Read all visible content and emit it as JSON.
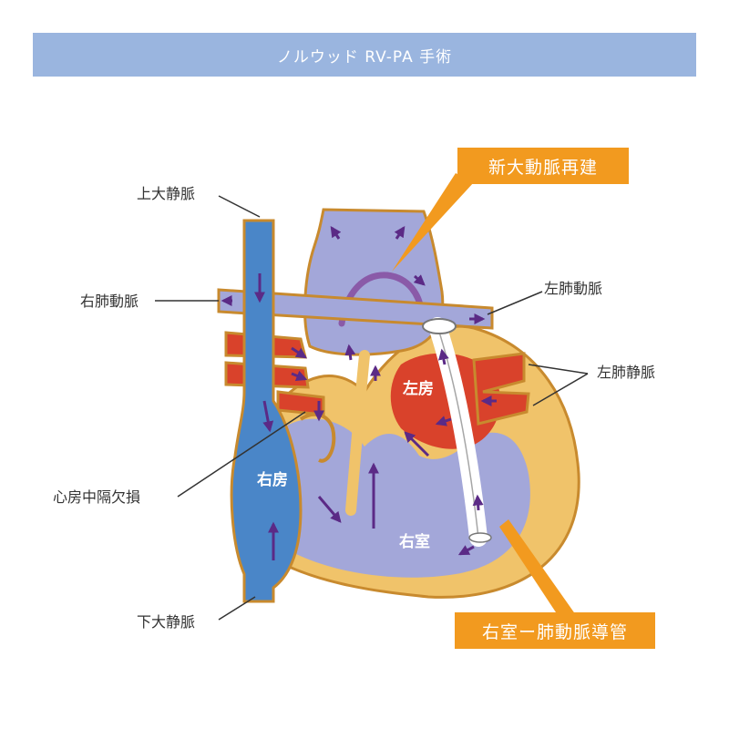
{
  "title": "ノルウッド RV-PA 手術",
  "labels": {
    "svc": "上大静脈",
    "rpa": "右肺動脈",
    "asd": "心房中隔欠損",
    "ivc": "下大静脈",
    "lpa": "左肺動脈",
    "lpv": "左肺静脈",
    "ra": "右房",
    "la": "左房",
    "rv": "右室"
  },
  "callouts": {
    "aorta": "新大動脈再建",
    "conduit": "右室ー肺動脈導管"
  },
  "colors": {
    "title_bar": "#9ab5df",
    "accent": "#f29a1f",
    "venous_blue": "#4a86c8",
    "mixed_purple": "#a3a7d9",
    "arterial_red": "#d9422b",
    "muscle": "#f0c36a",
    "outline": "#c88a2e",
    "arrow": "#5b2a86"
  }
}
